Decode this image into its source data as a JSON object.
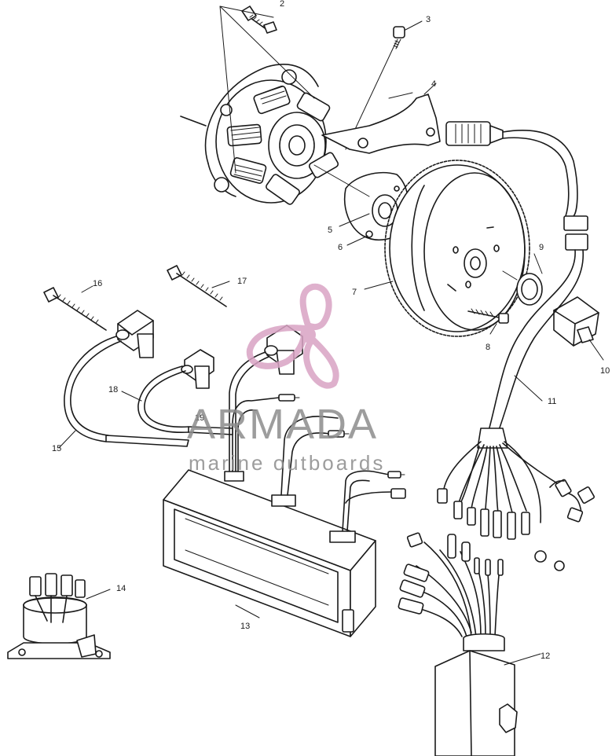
{
  "diagram": {
    "callouts": [
      "2",
      "3",
      "4",
      "5",
      "6",
      "7",
      "8",
      "9",
      "10",
      "11",
      "12",
      "13",
      "14",
      "15",
      "16",
      "17",
      "18",
      "19"
    ],
    "colors": {
      "line": "#1a1a1a",
      "paper": "#ffffff",
      "watermark_pink": "#d9a3c4",
      "watermark_gray": "#8c8c8c"
    }
  },
  "watermark": {
    "brand": "ARMADA",
    "tagline": "marine outboards",
    "icon": "propeller-icon"
  }
}
